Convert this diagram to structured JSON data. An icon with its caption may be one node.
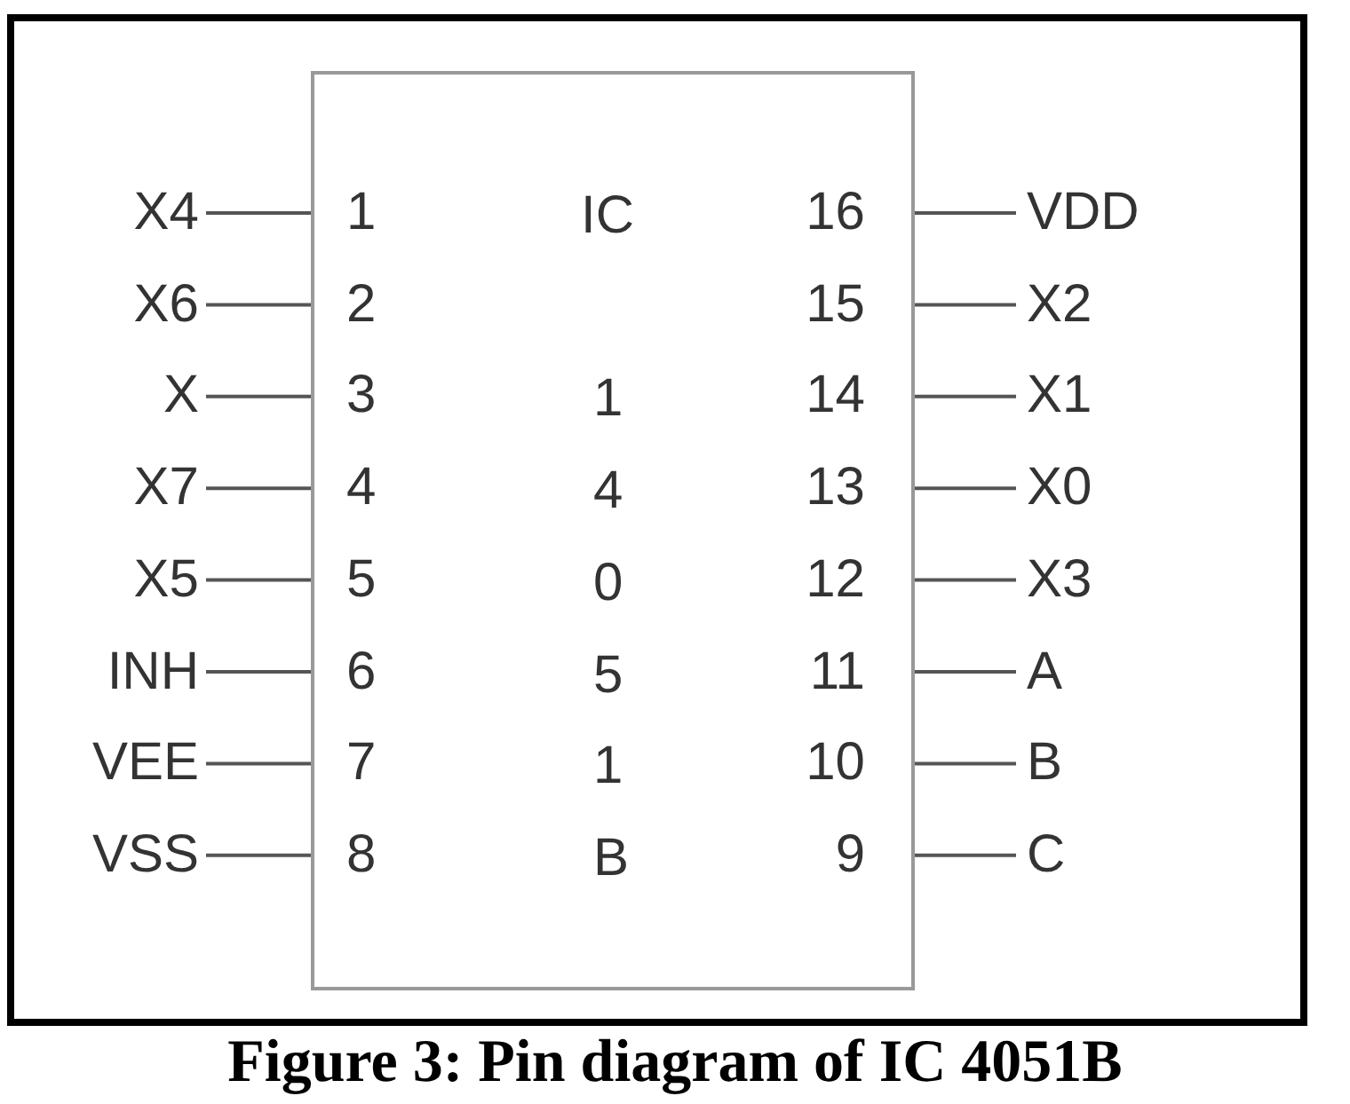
{
  "diagram": {
    "caption": "Figure 3: Pin diagram of IC 4051B",
    "nodes": [
      {
        "text": [
          "IC",
          "1 4 0 5 1 B"
        ]
      },
      {
        "text": [
          "X4"
        ]
      },
      {
        "text": [
          "X6"
        ]
      },
      {
        "text": [
          "X"
        ]
      },
      {
        "text": [
          "X7"
        ]
      },
      {
        "text": [
          "X5"
        ]
      },
      {
        "text": [
          "INH"
        ]
      },
      {
        "text": [
          "VEE"
        ]
      },
      {
        "text": [
          "VSS"
        ]
      },
      {
        "text": [
          "VDD"
        ]
      },
      {
        "text": [
          "X2"
        ]
      },
      {
        "text": [
          "X1"
        ]
      },
      {
        "text": [
          "X0"
        ]
      },
      {
        "text": [
          "X3"
        ]
      },
      {
        "text": [
          "A"
        ]
      },
      {
        "text": [
          "B"
        ]
      },
      {
        "text": [
          "C"
        ]
      }
    ],
    "edges": [
      {
        "from": 1,
        "to": 0,
        "arrow": "none"
      },
      {
        "from": 2,
        "to": 0,
        "arrow": "none"
      },
      {
        "from": 3,
        "to": 0,
        "arrow": "none"
      },
      {
        "from": 4,
        "to": 0,
        "arrow": "none"
      },
      {
        "from": 5,
        "to": 0,
        "arrow": "none"
      },
      {
        "from": 6,
        "to": 0,
        "arrow": "none"
      },
      {
        "from": 7,
        "to": 0,
        "arrow": "none"
      },
      {
        "from": 8,
        "to": 0,
        "arrow": "none"
      },
      {
        "from": 0,
        "to": 9,
        "arrow": "none"
      },
      {
        "from": 0,
        "to": 10,
        "arrow": "none"
      },
      {
        "from": 0,
        "to": 11,
        "arrow": "none"
      },
      {
        "from": 0,
        "to": 12,
        "arrow": "none"
      },
      {
        "from": 0,
        "to": 13,
        "arrow": "none"
      },
      {
        "from": 0,
        "to": 14,
        "arrow": "none"
      },
      {
        "from": 0,
        "to": 15,
        "arrow": "none"
      },
      {
        "from": 0,
        "to": 16,
        "arrow": "none"
      }
    ],
    "labels": [
      "1",
      "2",
      "3",
      "4",
      "5",
      "6",
      "7",
      "8",
      "16",
      "15",
      "14",
      "13",
      "12",
      "11",
      "10",
      "9"
    ]
  }
}
